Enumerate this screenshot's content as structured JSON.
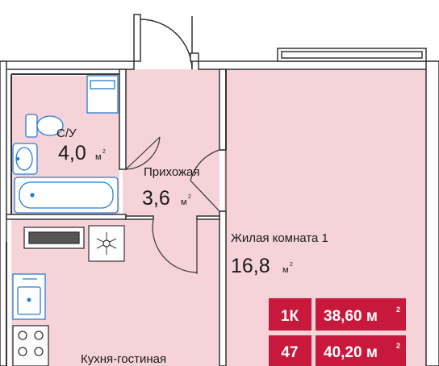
{
  "rooms": {
    "bathroom": {
      "label": "С/У",
      "area": "4,0",
      "unit": "м",
      "unit_sup": "2"
    },
    "hallway": {
      "label": "Прихожая",
      "area": "3,6",
      "unit": "м",
      "unit_sup": "2"
    },
    "living_room": {
      "label": "Жилая комната 1",
      "area": "16,8",
      "unit": "м",
      "unit_sup": "2"
    },
    "kitchen": {
      "label": "Кухня-гостиная"
    }
  },
  "badges": {
    "type": "1К",
    "total_area": "38,60 м",
    "total_area_sup": "2",
    "number": "47",
    "gross_area": "40,20 м",
    "gross_area_sup": "2"
  },
  "colors": {
    "floor": "#f5d3d9",
    "wall": "#333333",
    "badge": "#c8193c",
    "fixture": "#2a7bd0"
  }
}
